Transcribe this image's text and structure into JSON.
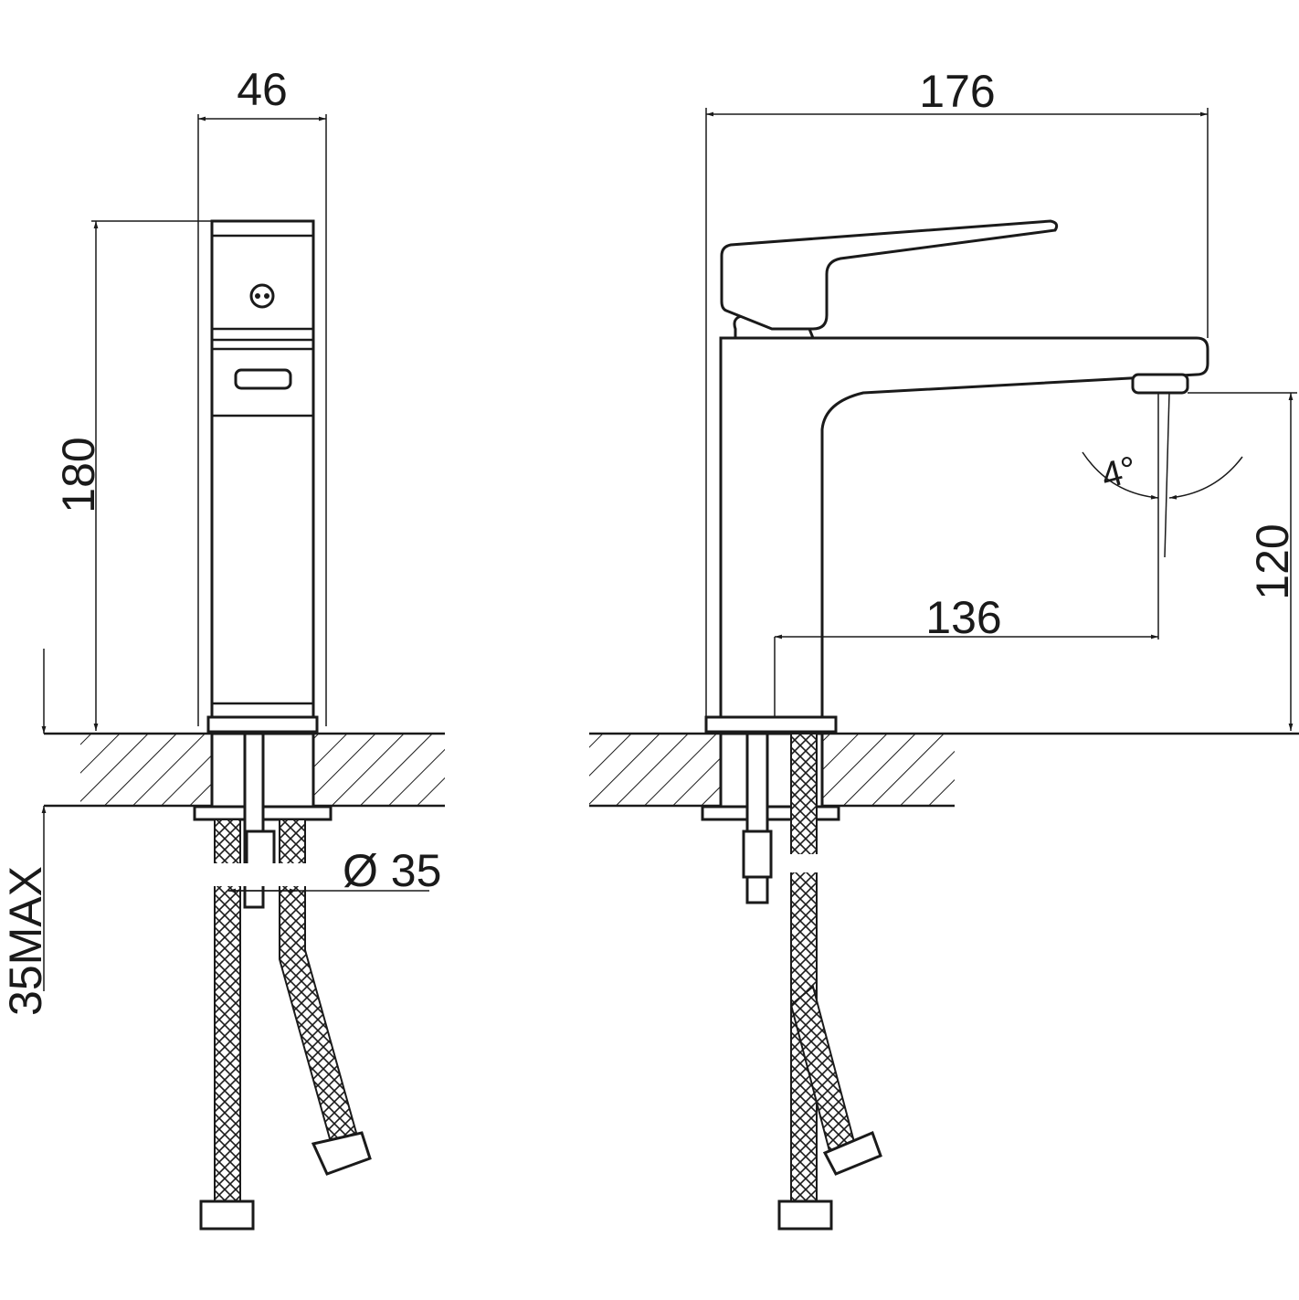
{
  "title": "Basin mixer dimension drawing",
  "colors": {
    "line": "#1a1a1a",
    "background": "#ffffff"
  },
  "side_view": {
    "width_label": "46",
    "height_label": "180",
    "max_thickness_label": "35MAX",
    "hole_diameter_label": "Ø 35"
  },
  "front_view": {
    "length_label": "176",
    "spout_height_label": "120",
    "spout_reach_label": "136",
    "angle_label": "4°"
  }
}
